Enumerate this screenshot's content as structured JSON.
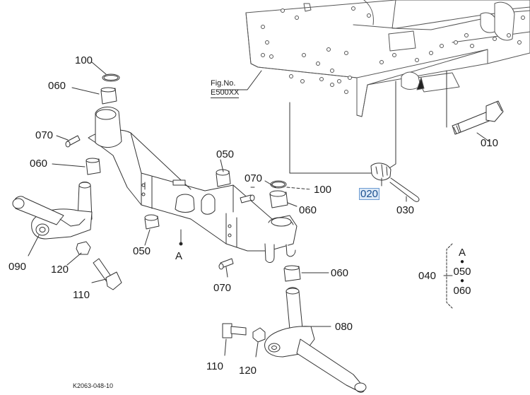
{
  "figure": {
    "fig_no_label": "Fig.No.",
    "fig_no_value": "E500XX",
    "drawing_code": "K2063-048-10",
    "view_marker": "A"
  },
  "callouts": [
    {
      "id": "c100a",
      "text": "100"
    },
    {
      "id": "c060a",
      "text": "060"
    },
    {
      "id": "c070a",
      "text": "070"
    },
    {
      "id": "c060b",
      "text": "060"
    },
    {
      "id": "c050a",
      "text": "050"
    },
    {
      "id": "c070b",
      "text": "070"
    },
    {
      "id": "c100b",
      "text": "100"
    },
    {
      "id": "c060c",
      "text": "060"
    },
    {
      "id": "c020",
      "text": "020"
    },
    {
      "id": "c030",
      "text": "030"
    },
    {
      "id": "c010",
      "text": "010"
    },
    {
      "id": "c090",
      "text": "090"
    },
    {
      "id": "c120a",
      "text": "120"
    },
    {
      "id": "c110a",
      "text": "110"
    },
    {
      "id": "c050b",
      "text": "050"
    },
    {
      "id": "c070c",
      "text": "070"
    },
    {
      "id": "c060d",
      "text": "060"
    },
    {
      "id": "c080",
      "text": "080"
    },
    {
      "id": "c110b",
      "text": "110"
    },
    {
      "id": "c120b",
      "text": "120"
    }
  ],
  "group_legend": {
    "label": "040",
    "items": [
      "A",
      "050",
      "060"
    ]
  },
  "highlighted_callout": "020",
  "colors": {
    "line": "#333333",
    "frame_line": "#555555",
    "highlight_fill": "#dce9f7",
    "highlight_border": "#6c9bd2"
  }
}
